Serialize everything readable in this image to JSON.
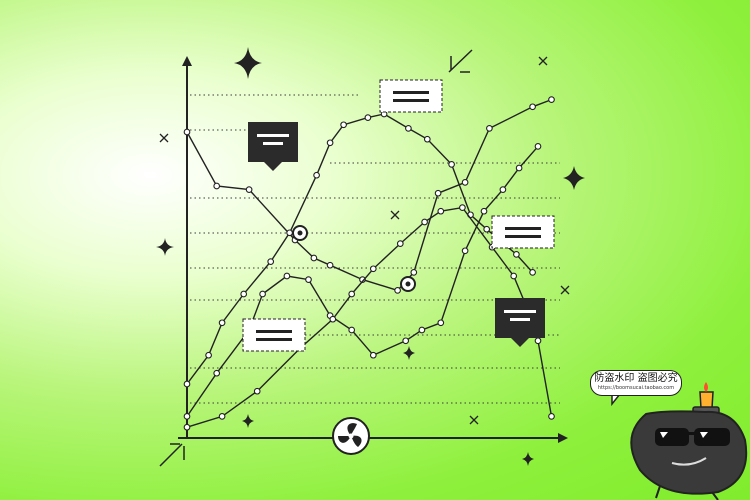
{
  "chart_data": {
    "type": "line",
    "title": "",
    "xlabel": "",
    "ylabel": "",
    "x": [
      0,
      1,
      2,
      3,
      4,
      5,
      6,
      7,
      8,
      9,
      10,
      11,
      12,
      13
    ],
    "xlim": [
      0,
      14
    ],
    "ylim": [
      0,
      10
    ],
    "grid": "dotted-horizontal",
    "legend": "none",
    "series": [
      {
        "color": "#222222",
        "x": [
          0,
          1.1,
          2.3,
          4.0,
          4.7,
          5.3,
          6.5,
          7.8,
          8.4,
          9.3,
          10.3,
          11.2,
          12.8,
          13.5
        ],
        "values": [
          8.5,
          7.0,
          6.9,
          5.5,
          5.0,
          4.8,
          4.4,
          4.1,
          4.6,
          6.8,
          7.1,
          8.6,
          9.2,
          9.4
        ]
      },
      {
        "color": "#222222",
        "x": [
          0,
          1.1,
          2.3,
          2.8,
          3.7,
          4.5,
          5.3,
          6.1,
          6.9,
          8.1,
          8.7,
          9.4,
          10.3,
          11.0,
          11.7,
          12.3,
          13.0
        ],
        "values": [
          0.6,
          1.8,
          3.0,
          4.0,
          4.5,
          4.4,
          3.4,
          3.0,
          2.3,
          2.7,
          3.0,
          3.2,
          5.2,
          6.3,
          6.9,
          7.5,
          8.1
        ]
      },
      {
        "color": "#222222",
        "x": [
          0,
          0.8,
          1.3,
          2.1,
          3.1,
          3.8,
          4.8,
          5.3,
          5.8,
          6.7,
          7.3,
          8.2,
          8.9,
          9.8,
          10.5,
          11.1,
          12.2,
          12.8
        ],
        "values": [
          1.5,
          2.3,
          3.2,
          4.0,
          4.9,
          5.7,
          7.3,
          8.2,
          8.7,
          8.9,
          9.0,
          8.6,
          8.3,
          7.6,
          6.2,
          5.8,
          5.1,
          4.6
        ]
      },
      {
        "color": "#222222",
        "x": [
          0,
          1.3,
          2.6,
          4.2,
          5.4,
          6.1,
          6.9,
          7.9,
          8.8,
          9.4,
          10.2,
          11.3,
          12.1,
          12.6,
          13.0,
          13.5
        ],
        "values": [
          0.3,
          0.6,
          1.3,
          2.5,
          3.3,
          4.0,
          4.7,
          5.4,
          6.0,
          6.3,
          6.4,
          5.3,
          4.5,
          3.6,
          2.7,
          0.6
        ]
      }
    ]
  },
  "watermark": {
    "main_text": "防盗水印 盗图必究",
    "url_text": "https://boomsucai.taobao.com"
  },
  "colors": {
    "ink": "#222222",
    "card_dark": "#2b2b2b",
    "card_light": "#ffffff",
    "background_green": "#80ec2c"
  },
  "icons": [
    "sparkle-icon",
    "fan-icon",
    "bomb-mascot-icon",
    "speech-card-icon"
  ]
}
